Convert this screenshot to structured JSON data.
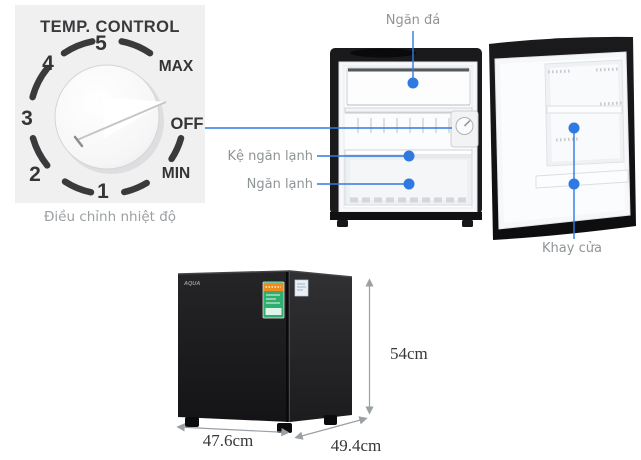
{
  "temp_control": {
    "title": "TEMP. CONTROL",
    "caption": "Điều chỉnh nhiệt độ",
    "numbers": [
      "1",
      "2",
      "3",
      "4",
      "5"
    ],
    "max_label": "MAX",
    "off_label": "OFF",
    "min_label": "MIN"
  },
  "fridge_open": {
    "labels": {
      "freezer": "Ngăn đá",
      "shelf": "Kệ ngăn lạnh",
      "fresh": "Ngăn lạnh",
      "door_tray": "Khay cửa"
    }
  },
  "fridge_closed": {
    "brand": "AQUA",
    "dimensions": {
      "height": "54cm",
      "width": "47.6cm",
      "depth": "49.4cm"
    }
  },
  "colors": {
    "callout_blue": "#2e7ae2",
    "label_gray": "#8f9497",
    "arrow_gray": "#9aa0a4",
    "dial_dark": "#3a3a3c",
    "panel_bg": "#f0f0f1",
    "fridge_black": "#1a1a1c",
    "energy_label_green": "#2fae6f",
    "energy_label_orange": "#f08c1e"
  }
}
